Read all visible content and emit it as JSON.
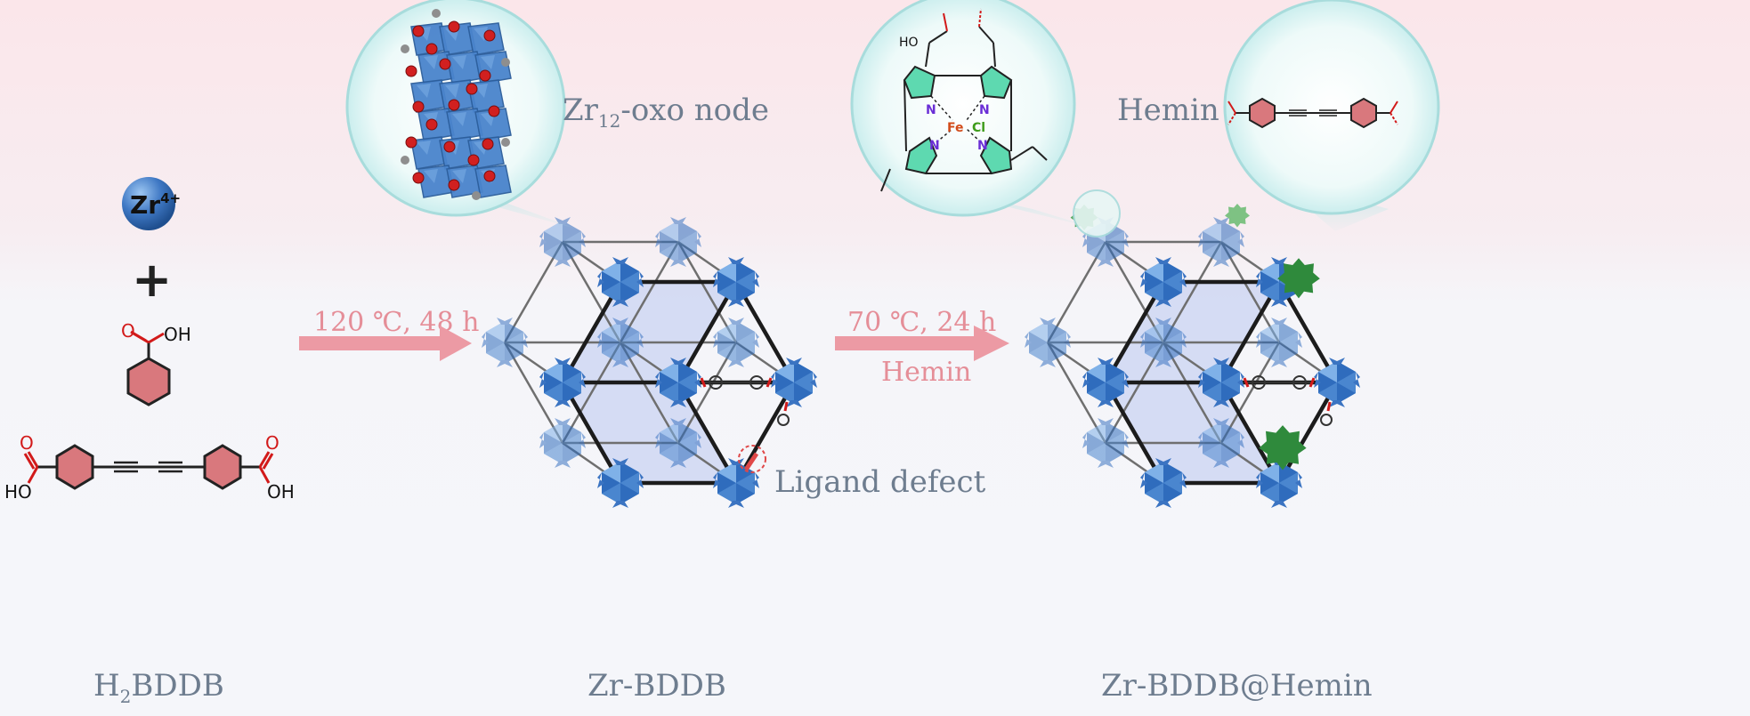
{
  "reagents": {
    "zr_ion": "Zr",
    "zr_charge": "4+",
    "plus": "+",
    "benzoic_acid": {
      "oh": "OH",
      "o": "O"
    },
    "linker": {
      "oh_left": "HO",
      "oh_right": "OH",
      "o": "O"
    }
  },
  "labels": {
    "linker_name_prefix": "H",
    "linker_name_sub": "2",
    "linker_name_suffix": "BDDB",
    "mof_name": "Zr-BDDB",
    "product_name": "Zr-BDDB@Hemin",
    "node_prefix": "Zr",
    "node_sub": "12",
    "node_suffix": "-oxo node",
    "ligand_defect": "Ligand defect",
    "hemin": "Hemin"
  },
  "steps": {
    "step1": "120 ℃, 48 h",
    "step2": "70 ℃, 24 h",
    "step2_reagent": "Hemin"
  },
  "hemin_molecule": {
    "ho": "HO",
    "n": "N",
    "fe": "Fe",
    "cl": "Cl"
  },
  "colors": {
    "node": "#3d7fce",
    "arrow": "#ec9aa4",
    "hemin_green": "#2f8a3c",
    "zoom_fill": "#eaf7f7",
    "zoom_stroke": "#a8dcdc",
    "benzene": "#d9787d"
  }
}
